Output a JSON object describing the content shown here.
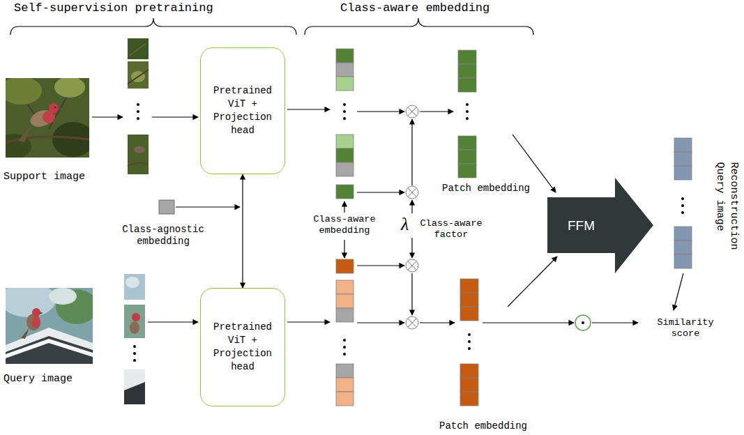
{
  "diagram": {
    "nodes": [
      {
        "text": [
          "Pretrained ViT + Projection head"
        ]
      },
      {
        "text": [
          "Pretrained ViT + Projection head"
        ]
      },
      {
        "text": [
          "FFM"
        ]
      }
    ],
    "edges": [
      {
        "from": 0,
        "to": 1,
        "arrow": "both"
      }
    ],
    "labels": [
      "Self-supervision pretraining",
      "Class-aware embedding",
      "Support image",
      "Query image",
      "Class-agnostic embedding",
      "Class-aware embedding",
      "λ",
      "Class-aware factor",
      "Patch embedding",
      "Patch embedding",
      "Reconstruction Query image",
      "Similarity score"
    ]
  }
}
